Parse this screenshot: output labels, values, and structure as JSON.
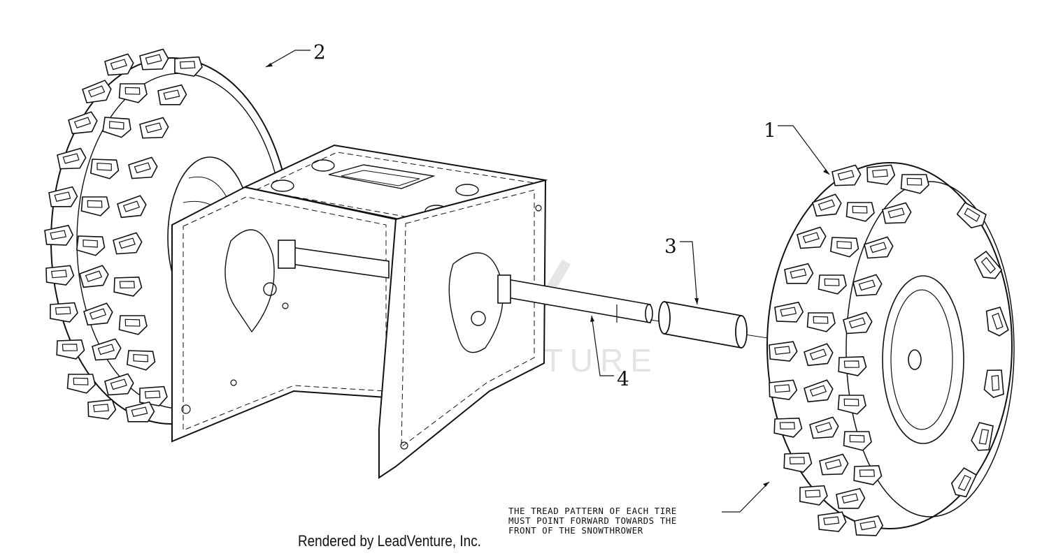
{
  "diagram": {
    "callouts": [
      {
        "id": "1",
        "label": "1"
      },
      {
        "id": "2",
        "label": "2"
      },
      {
        "id": "3",
        "label": "3"
      },
      {
        "id": "4",
        "label": "4"
      }
    ],
    "note_lines": [
      "THE TREAD PATTERN OF EACH TIRE",
      "MUST POINT FORWARD TOWARDS THE",
      "FRONT OF THE SNOWTHROWER"
    ],
    "watermark": "LEADVENTURE",
    "credit": "Rendered by LeadVenture, Inc."
  },
  "colors": {
    "line": "#111111",
    "watermark": "#e4e4e4"
  }
}
